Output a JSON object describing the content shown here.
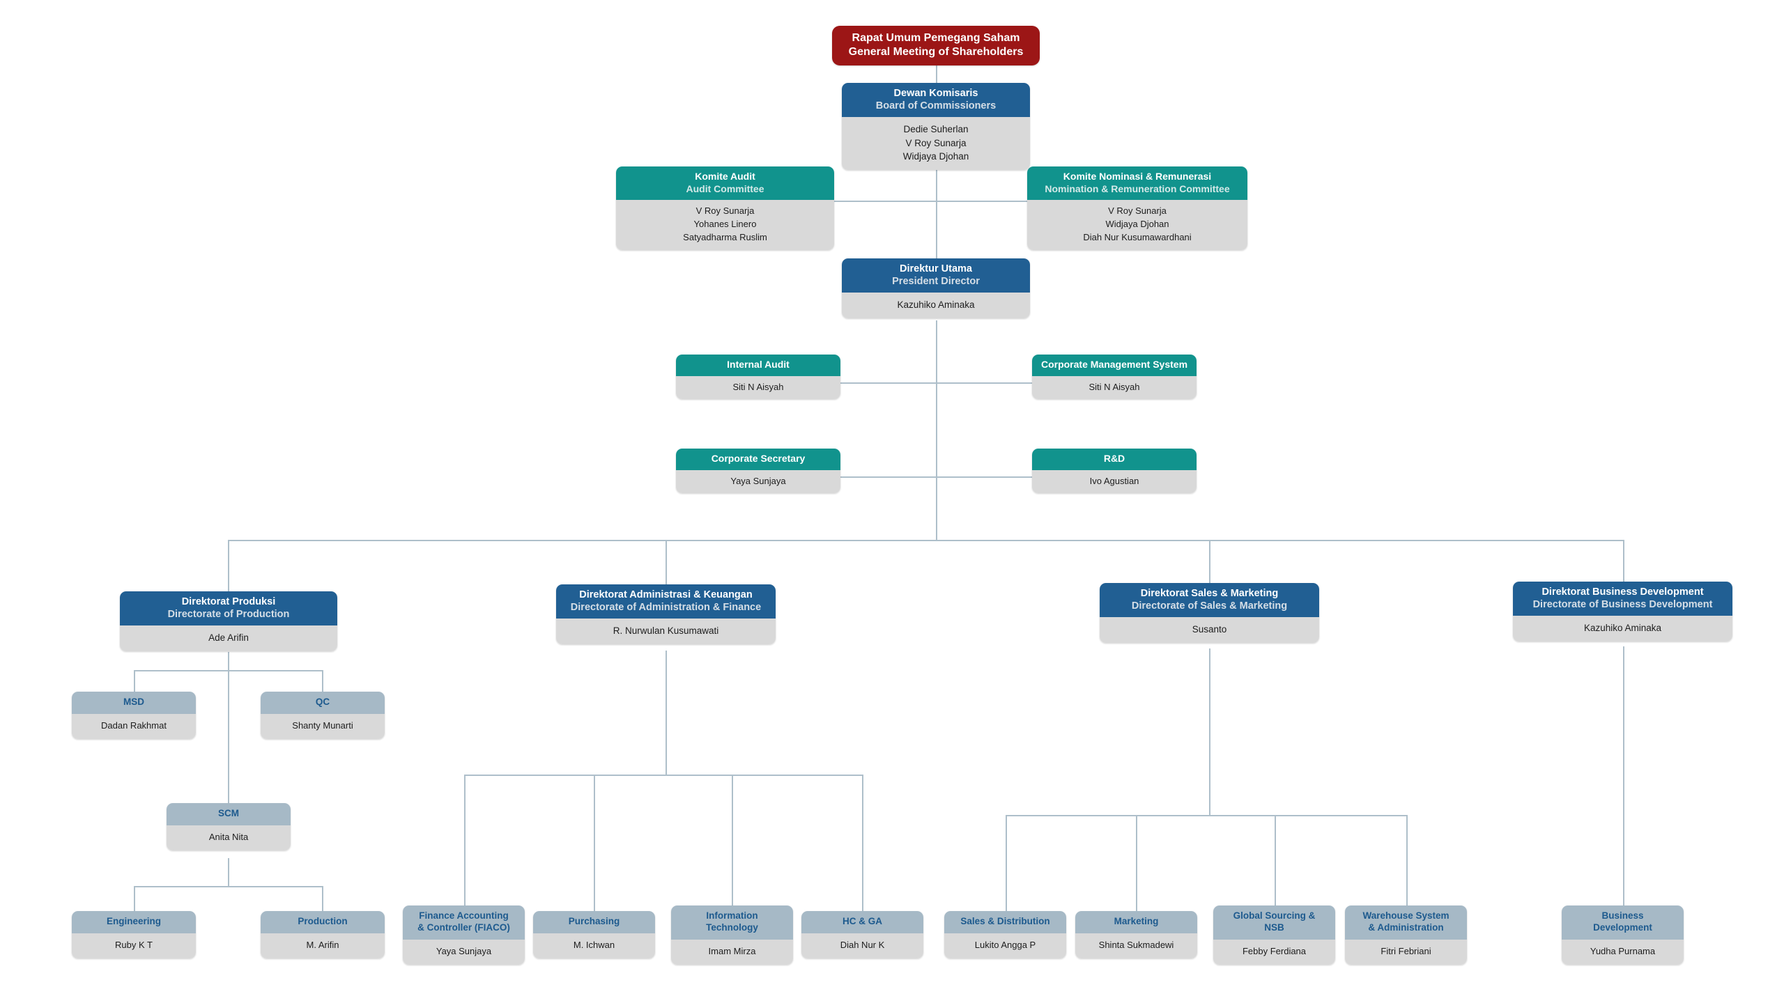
{
  "meta": {
    "title": "Organization Structure",
    "colors": {
      "root": "#9c1616",
      "blue": "#215f93",
      "teal": "#11938d",
      "steel": "#a6b9c6",
      "body": "#d9d9d9",
      "line": "#aebfca"
    }
  },
  "nodes": {
    "rups": {
      "title_id": "Rapat Umum Pemegang Saham",
      "title_en": "General Meeting of Shareholders"
    },
    "dewan_komisaris": {
      "title_id": "Dewan Komisaris",
      "title_en": "Board of Commissioners",
      "people": [
        "Dedie Suherlan",
        "V Roy Sunarja",
        "Widjaya Djohan"
      ]
    },
    "komite_audit": {
      "title_id": "Komite Audit",
      "title_en": "Audit Committee",
      "people": [
        "V Roy Sunarja",
        "Yohanes Linero",
        "Satyadharma Ruslim"
      ]
    },
    "komite_nominasi": {
      "title_id": "Komite Nominasi & Remunerasi",
      "title_en": "Nomination & Remuneration Committee",
      "people": [
        "V Roy Sunarja",
        "Widjaya Djohan",
        "Diah Nur Kusumawardhani"
      ]
    },
    "direktur_utama": {
      "title_id": "Direktur Utama",
      "title_en": "President Director",
      "people": [
        "Kazuhiko Aminaka"
      ]
    },
    "internal_audit": {
      "title_id": "Internal Audit",
      "people": [
        "Siti N Aisyah"
      ]
    },
    "corporate_management_system": {
      "title_id": "Corporate Management System",
      "people": [
        "Siti N Aisyah"
      ]
    },
    "corporate_secretary": {
      "title_id": "Corporate Secretary",
      "people": [
        "Yaya Sunjaya"
      ]
    },
    "rnd": {
      "title_id": "R&D",
      "people": [
        "Ivo Agustian"
      ]
    },
    "dir_produksi": {
      "title_id": "Direktorat Produksi",
      "title_en": "Directorate of Production",
      "people": [
        "Ade Arifin"
      ]
    },
    "dir_admin_keuangan": {
      "title_id": "Direktorat Administrasi & Keuangan",
      "title_en": "Directorate of Administration & Finance",
      "people": [
        "R. Nurwulan Kusumawati"
      ]
    },
    "dir_sales_marketing": {
      "title_id": "Direktorat Sales & Marketing",
      "title_en": "Directorate of Sales & Marketing",
      "people": [
        "Susanto"
      ]
    },
    "dir_business_development": {
      "title_id": "Direktorat Business Development",
      "title_en": "Directorate of Business Development",
      "people": [
        "Kazuhiko Aminaka"
      ]
    },
    "msd": {
      "title_id": "MSD",
      "people": [
        "Dadan Rakhmat"
      ]
    },
    "qc": {
      "title_id": "QC",
      "people": [
        "Shanty Munarti"
      ]
    },
    "scm": {
      "title_id": "SCM",
      "people": [
        "Anita Nita"
      ]
    },
    "engineering": {
      "title_id": "Engineering",
      "people": [
        "Ruby K T"
      ]
    },
    "production": {
      "title_id": "Production",
      "people": [
        "M. Arifin"
      ]
    },
    "fiaco": {
      "title_l1": "Finance Accounting",
      "title_l2": "& Controller (FIACO)",
      "people": [
        "Yaya Sunjaya"
      ]
    },
    "purchasing": {
      "title_id": "Purchasing",
      "people": [
        "M. Ichwan"
      ]
    },
    "information_technology": {
      "title_l1": "Information",
      "title_l2": "Technology",
      "people": [
        "Imam Mirza"
      ]
    },
    "hc_ga": {
      "title_id": "HC & GA",
      "people": [
        "Diah Nur K"
      ]
    },
    "sales_distribution": {
      "title_id": "Sales & Distribution",
      "people": [
        "Lukito Angga P"
      ]
    },
    "marketing": {
      "title_id": "Marketing",
      "people": [
        "Shinta Sukmadewi"
      ]
    },
    "global_sourcing": {
      "title_l1": "Global Sourcing &",
      "title_l2": "NSB",
      "people": [
        "Febby Ferdiana"
      ]
    },
    "warehouse": {
      "title_l1": "Warehouse System",
      "title_l2": "& Administration",
      "people": [
        "Fitri Febriani"
      ]
    },
    "business_development": {
      "title_l1": "Business",
      "title_l2": "Development",
      "people": [
        "Yudha Purnama"
      ]
    }
  }
}
